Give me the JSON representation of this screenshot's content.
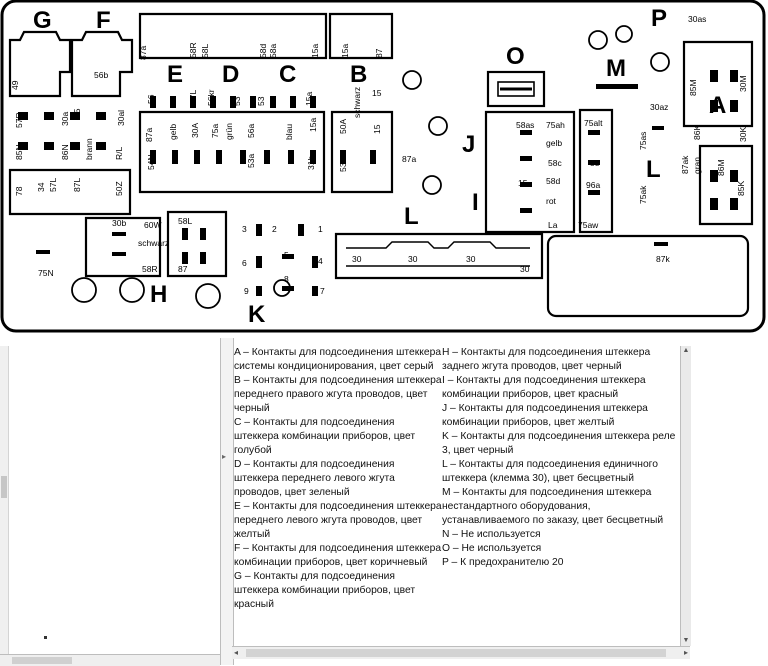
{
  "diagram": {
    "sections": [
      "A",
      "B",
      "C",
      "D",
      "E",
      "F",
      "G",
      "H",
      "I",
      "J",
      "K",
      "L",
      "M",
      "N",
      "O",
      "P"
    ],
    "terminals": {
      "top_row": [
        "87a",
        "58R",
        "58L",
        "58d",
        "58a",
        "15a",
        "15a",
        "87"
      ],
      "left_block": [
        "49",
        "56b",
        "57R",
        "30a",
        "55",
        "30al",
        "85N",
        "86N",
        "34",
        "87L",
        "57L",
        "brann",
        "R/L",
        "78",
        "50Z",
        "87a",
        "gelb",
        "30A",
        "75a",
        "grün",
        "blau"
      ],
      "middle_labels": [
        "56",
        "87L",
        "56kr",
        "53",
        "15a",
        "54N",
        "56a",
        "53a",
        "53",
        "31b",
        "53G",
        "50A",
        "15a",
        "15",
        "schwarz",
        "87a",
        "15"
      ],
      "right_block": [
        "30as",
        "30az",
        "85M",
        "30M",
        "86K",
        "30K",
        "87ak",
        "gran",
        "86M",
        "85K",
        "75ak",
        "75as",
        "gelb",
        "58as",
        "75ah",
        "75alt",
        "58c",
        "58",
        "58d",
        "rot",
        "15",
        "La",
        "75aw",
        "96a"
      ],
      "lower_left": [
        "30b",
        "60W",
        "schwarz",
        "58R",
        "58L",
        "87",
        "75N"
      ],
      "numbered": [
        "1",
        "2",
        "3",
        "4",
        "5",
        "6",
        "7",
        "8",
        "9"
      ],
      "bus_30": [
        "30",
        "30",
        "30",
        "30"
      ],
      "other": [
        "87k"
      ]
    },
    "legend": {
      "col1": [
        "A – Контакты для подсоединения штеккера системы кондиционирования, цвет серый",
        "B – Контакты для подсоединения штеккера переднего правого жгута проводов, цвет черный",
        "C – Контакты для подсоединения штеккера комбинации приборов, цвет голубой",
        "D – Контакты для подсоединения штеккера переднего левого жгута проводов, цвет зеленый",
        "E – Контакты для подсоединения штеккера переднего левого жгута проводов, цвет желтый",
        "F – Контакты для подсоединения штеккера комбинации приборов, цвет коричневый",
        "G – Контакты для подсоединения штеккера комбинации приборов, цвет красный"
      ],
      "col2": [
        "H – Контакты для подсоединения штеккера заднего жгута проводов, цвет черный",
        "I – Контакты для подсоединения штеккера комбинации приборов, цвет красный",
        "J – Контакты для подсоединения штеккера комбинации приборов, цвет желтый",
        "K – Контакты для подсоединения штеккера реле 3, цвет черный",
        "L – Контакты для подсоединения единичного штеккера (клемма 30), цвет бесцветный",
        "M – Контакты для подсоединения штеккера нестандартного оборудования, устанавливаемого по заказу, цвет бесцветный",
        "N – Не используется",
        "O – Не используется",
        "P – К предохранителю 20"
      ]
    }
  }
}
